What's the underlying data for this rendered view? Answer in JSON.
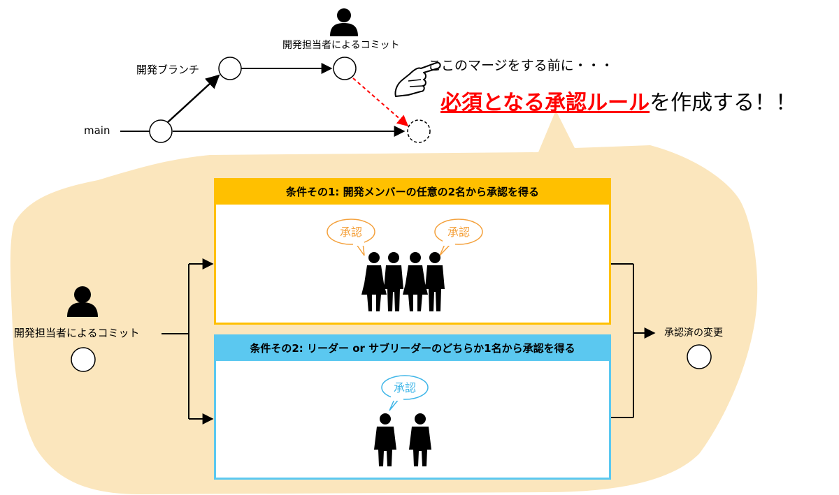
{
  "git": {
    "main_label": "main",
    "branch_label": "開発ブランチ",
    "commit_label": "開発担当者によるコミット"
  },
  "callout": {
    "merge_text": "ここのマージをする前に・・・",
    "emphasis": "必須となる承認ルール",
    "rest": "を作成する！！"
  },
  "flow": {
    "committer_label": "開発担当者によるコミット",
    "result_label": "承認済の変更"
  },
  "cards": [
    {
      "title": "条件その1: 開発メンバーの任意の2名から承認を得る",
      "color": "#ffc000"
    },
    {
      "title": "条件その2: リーダー or サブリーダーのどちらか1名から承認を得る",
      "color": "#5bc8f0"
    }
  ],
  "bubbles": {
    "approval": "承認"
  },
  "colors": {
    "emphasis": "#ff0000",
    "blob": "#fbe6bd",
    "orange_bubble": "#f4a13c",
    "blue_bubble": "#3fb6e8",
    "dashed_arrow": "#ff0000"
  },
  "icons": [
    "person-icon",
    "pointing-hand-icon",
    "people-group-icon"
  ]
}
